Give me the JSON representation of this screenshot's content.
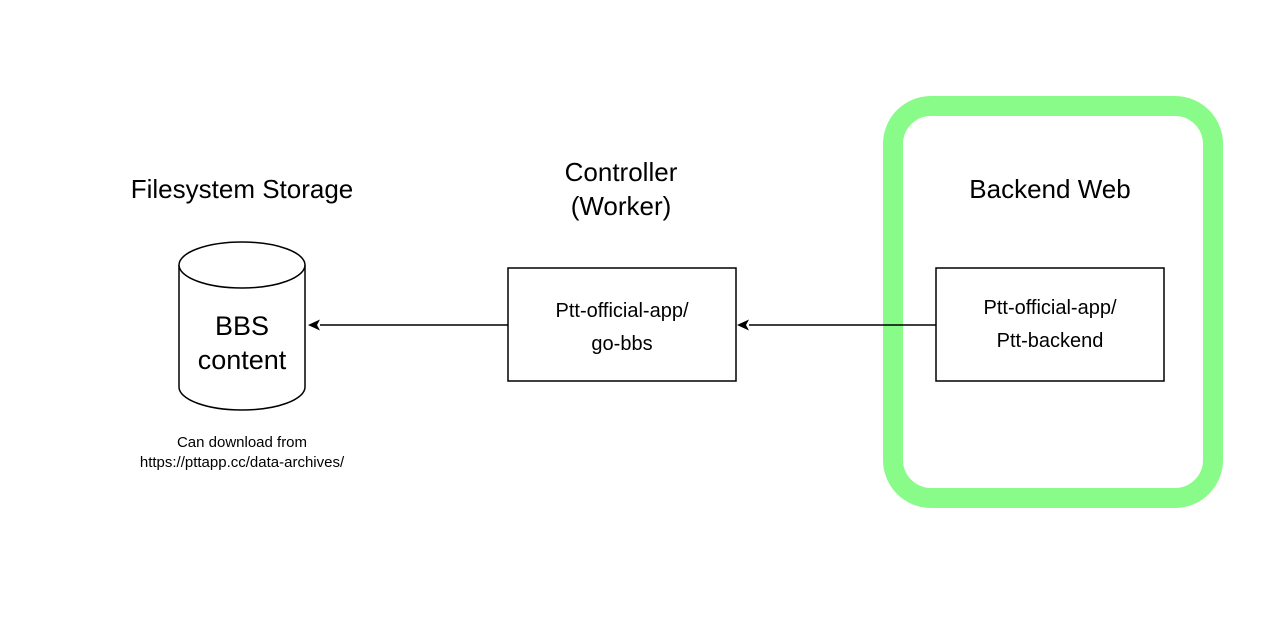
{
  "storage": {
    "heading": "Filesystem Storage",
    "cylinder_lines": [
      "BBS",
      "content"
    ],
    "note_lines": [
      "Can download from",
      "https://pttapp.cc/data-archives/"
    ]
  },
  "controller": {
    "heading_lines": [
      "Controller",
      "(Worker)"
    ],
    "box_lines": [
      "Ptt-official-app/",
      "go-bbs"
    ]
  },
  "backend": {
    "heading": "Backend Web",
    "box_lines": [
      "Ptt-official-app/",
      "Ptt-backend"
    ]
  },
  "colors": {
    "highlight": "#88fb88",
    "stroke": "#000000",
    "background": "#ffffff"
  }
}
